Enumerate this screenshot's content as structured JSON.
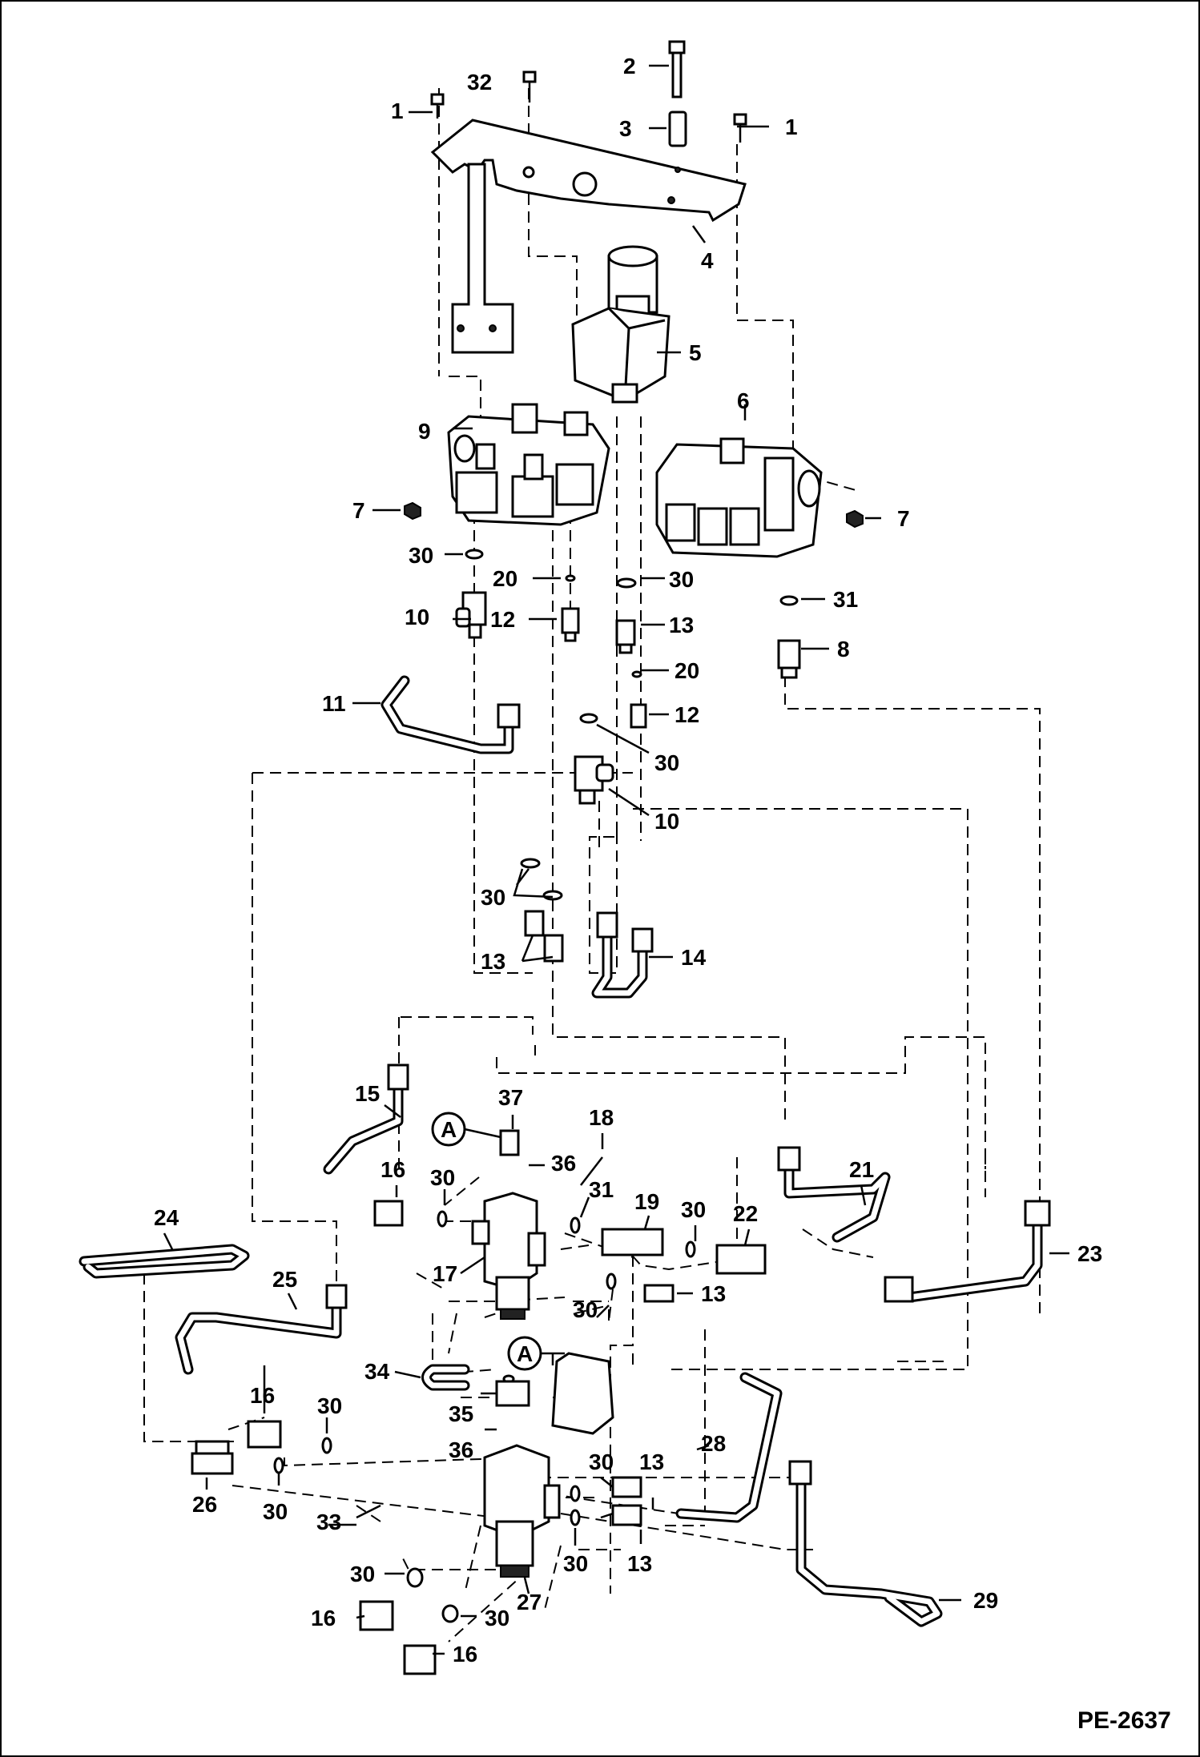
{
  "drawing_code": "PE-2637",
  "callouts": {
    "c1a": "1",
    "c1b": "1",
    "c2": "2",
    "c3": "3",
    "c4": "4",
    "c5": "5",
    "c6": "6",
    "c7a": "7",
    "c7b": "7",
    "c8": "8",
    "c9": "9",
    "c10a": "10",
    "c10b": "10",
    "c11": "11",
    "c12a": "12",
    "c12b": "12",
    "c13a": "13",
    "c13b": "13",
    "c13c": "13",
    "c13d": "13",
    "c13e": "13",
    "c14": "14",
    "c15": "15",
    "c16a": "16",
    "c16b": "16",
    "c16c": "16",
    "c16d": "16",
    "c17": "17",
    "c18": "18",
    "c19": "19",
    "c20a": "20",
    "c20b": "20",
    "c21": "21",
    "c22": "22",
    "c23": "23",
    "c24": "24",
    "c25": "25",
    "c26": "26",
    "c27": "27",
    "c28": "28",
    "c29": "29",
    "c30a": "30",
    "c30b": "30",
    "c30c": "30",
    "c30d": "30",
    "c30e": "30",
    "c30f": "30",
    "c30g": "30",
    "c30h": "30",
    "c30i": "30",
    "c30j": "30",
    "c30k": "30",
    "c30l": "30",
    "c30m": "30",
    "c31a": "31",
    "c31b": "31",
    "c32": "32",
    "c33": "33",
    "c34": "34",
    "c35": "35",
    "c36a": "36",
    "c36b": "36",
    "c37": "37"
  },
  "detail_refs": {
    "a1": "A",
    "a2": "A"
  }
}
